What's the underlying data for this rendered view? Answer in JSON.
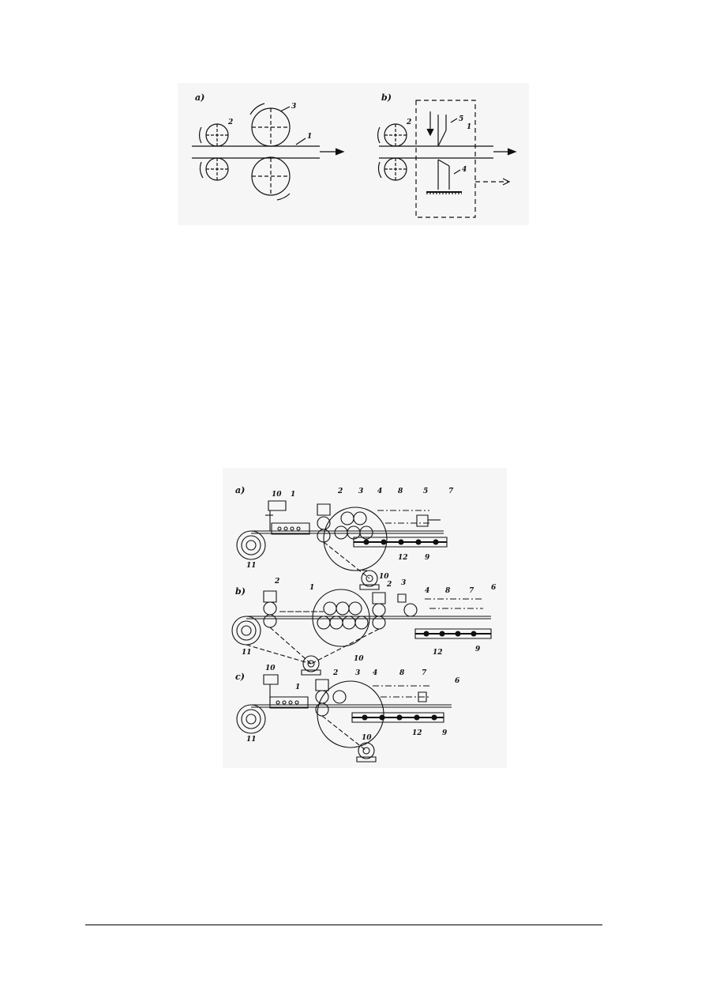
{
  "figure1": {
    "panel_a": {
      "sublabel": "a)",
      "labels": [
        "1",
        "2",
        "3"
      ]
    },
    "panel_b": {
      "sublabel": "b)",
      "labels": [
        "1",
        "2",
        "4",
        "5"
      ]
    }
  },
  "figure2": {
    "panel_a": {
      "sublabel": "a)",
      "labels": [
        "10",
        "1",
        "2",
        "3",
        "4",
        "8",
        "5",
        "7",
        "11",
        "12",
        "9",
        "10"
      ]
    },
    "panel_b": {
      "sublabel": "b)",
      "labels": [
        "2",
        "1",
        "2",
        "3",
        "4",
        "8",
        "7",
        "6",
        "11",
        "10",
        "12",
        "9"
      ]
    },
    "panel_c": {
      "sublabel": "c)",
      "labels": [
        "10",
        "1",
        "2",
        "3",
        "4",
        "8",
        "7",
        "6",
        "11",
        "12",
        "9",
        "10"
      ]
    }
  }
}
